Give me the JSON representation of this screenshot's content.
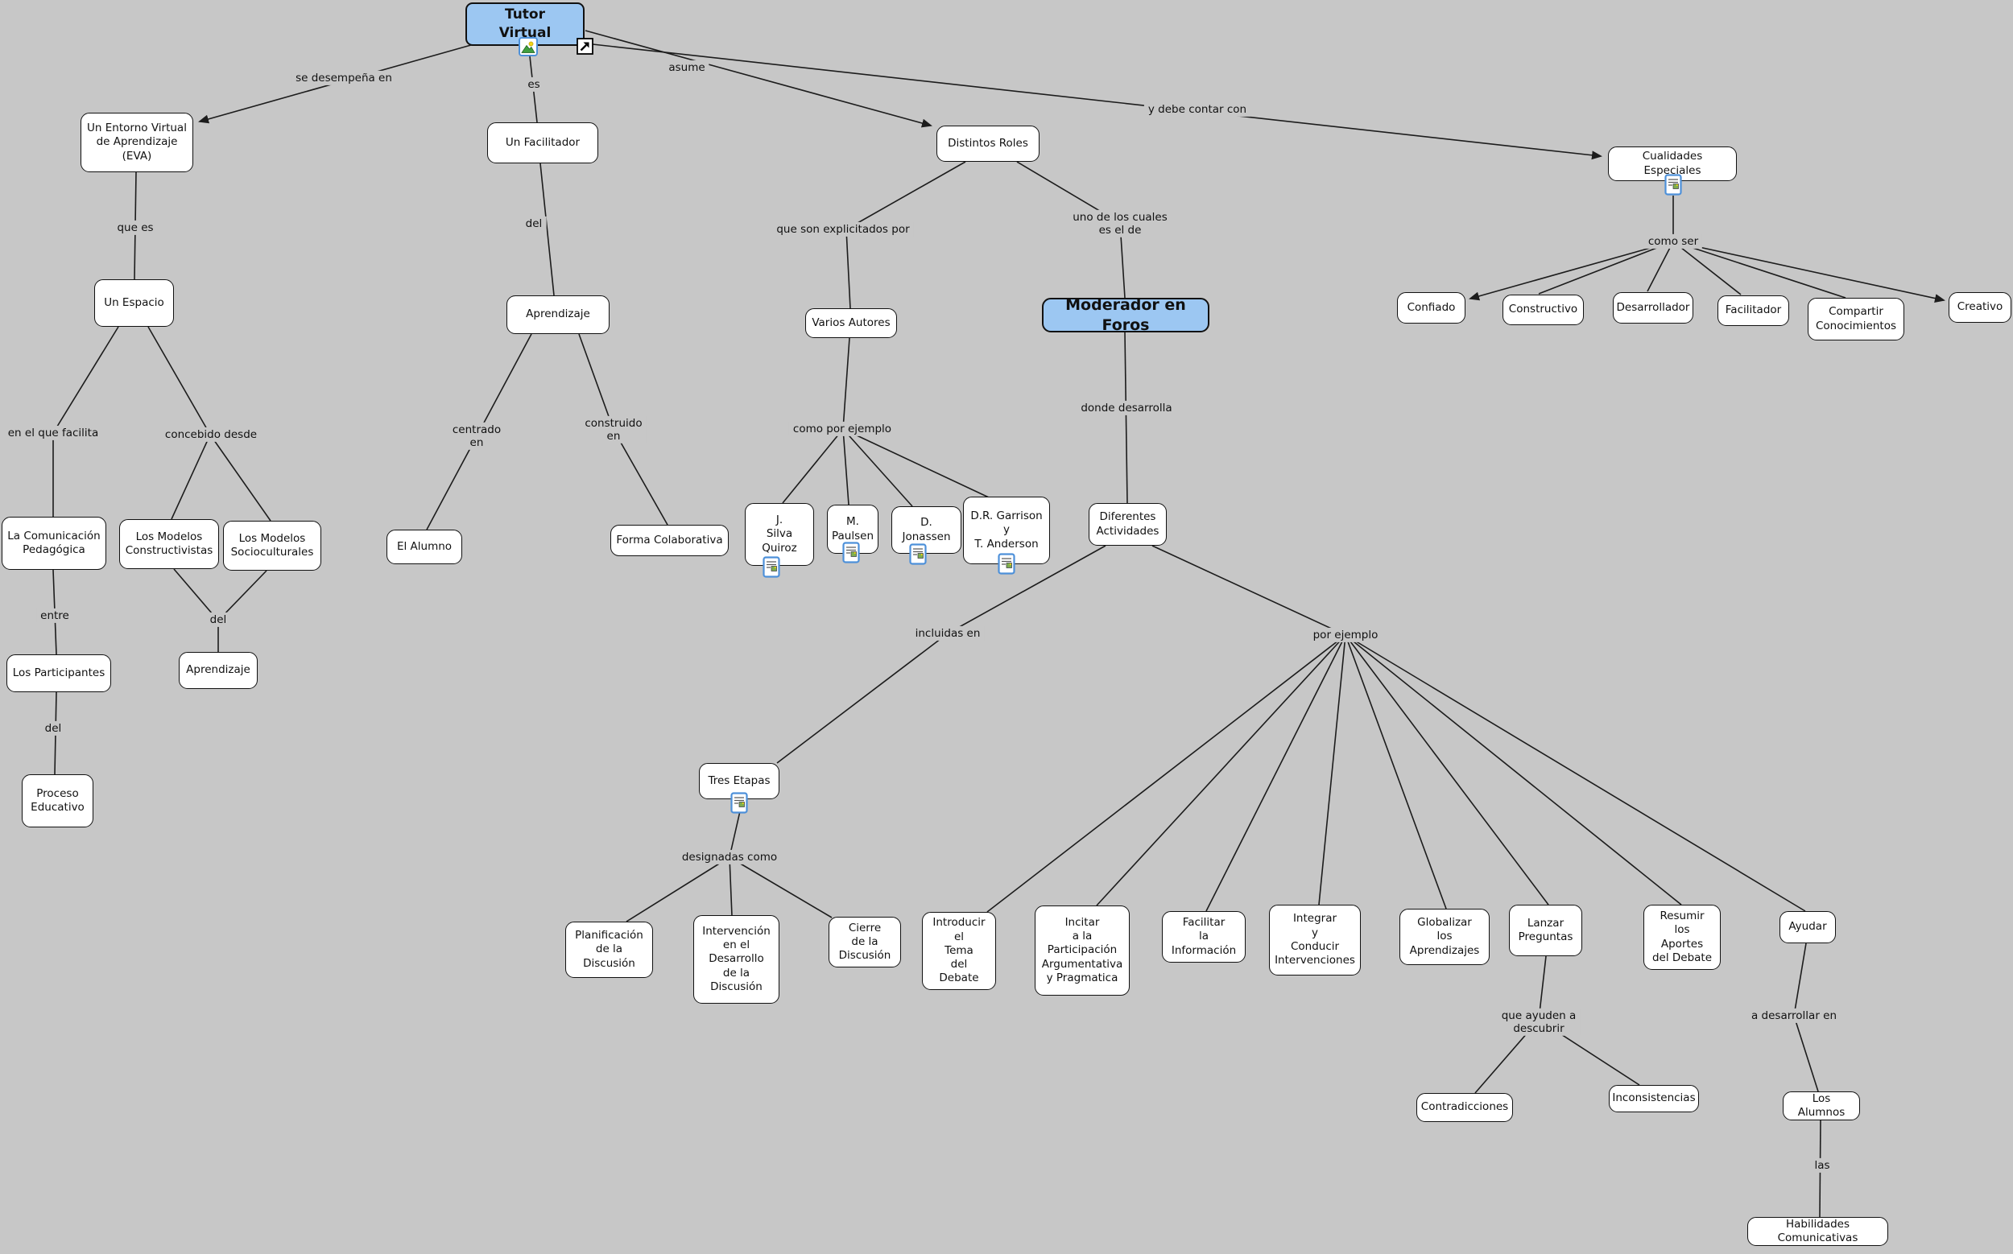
{
  "diagram_title": "Tutor Virtual concept map",
  "colors": {
    "background": "#c7c7c7",
    "node_fill": "#ffffff",
    "node_border": "#111111",
    "highlight_fill": "#9cc7f2",
    "edge": "#1c1c1c"
  },
  "nodes": {
    "tutor_virtual": {
      "label": "Tutor\nVirtual"
    },
    "eva": {
      "label": "Un Entorno Virtual\nde Aprendizaje\n(EVA)"
    },
    "un_facilitador": {
      "label": "Un Facilitador"
    },
    "distintos_roles": {
      "label": "Distintos Roles"
    },
    "cualidades_especiales": {
      "label": "Cualidades Especiales"
    },
    "un_espacio": {
      "label": "Un Espacio"
    },
    "comunicacion_pedagogica": {
      "label": "La Comunicación\nPedagógica"
    },
    "modelos_constructivistas": {
      "label": "Los Modelos\nConstructivistas"
    },
    "modelos_socioculturales": {
      "label": "Los Modelos\nSocioculturales"
    },
    "los_participantes": {
      "label": "Los Participantes"
    },
    "aprendizaje_modelos": {
      "label": "Aprendizaje"
    },
    "proceso_educativo": {
      "label": "Proceso\nEducativo"
    },
    "aprendizaje": {
      "label": "Aprendizaje"
    },
    "el_alumno": {
      "label": "El Alumno"
    },
    "forma_colaborativa": {
      "label": "Forma Colaborativa"
    },
    "varios_autores": {
      "label": "Varios Autores"
    },
    "j_silva_quiroz": {
      "label": "J.\nSilva\nQuiroz"
    },
    "m_paulsen": {
      "label": "M.\nPaulsen"
    },
    "d_jonassen": {
      "label": "D.\nJonassen"
    },
    "garrison_anderson": {
      "label": "D.R. Garrison\ny\nT. Anderson"
    },
    "moderador_en_foros": {
      "label": "Moderador en Foros"
    },
    "diferentes_actividades": {
      "label": "Diferentes\nActividades"
    },
    "tres_etapas": {
      "label": "Tres Etapas"
    },
    "planificacion_discusion": {
      "label": "Planificación\nde la\nDiscusión"
    },
    "intervencion_desarrollo": {
      "label": "Intervención\nen el\nDesarrollo\nde la\nDiscusión"
    },
    "cierre_discusion": {
      "label": "Cierre\nde la\nDiscusión"
    },
    "introducir_tema": {
      "label": "Introducir\nel\nTema\ndel\nDebate"
    },
    "incitar_participacion": {
      "label": "Incitar\na la\nParticipación\nArgumentativa\ny Pragmatica"
    },
    "facilitar_informacion": {
      "label": "Facilitar\nla\nInformación"
    },
    "integrar_conducir": {
      "label": "Integrar\ny\nConducir\nIntervenciones"
    },
    "globalizar_aprendizajes": {
      "label": "Globalizar\nlos\nAprendizajes"
    },
    "lanzar_preguntas": {
      "label": "Lanzar\nPreguntas"
    },
    "resumir_aportes": {
      "label": "Resumir\nlos\nAportes\ndel Debate"
    },
    "ayudar": {
      "label": "Ayudar"
    },
    "contradicciones": {
      "label": "Contradicciones"
    },
    "inconsistencias": {
      "label": "Inconsistencias"
    },
    "los_alumnos": {
      "label": "Los Alumnos"
    },
    "habilidades_comunicativas": {
      "label": "Habilidades Comunicativas"
    },
    "confiado": {
      "label": "Confiado"
    },
    "constructivo": {
      "label": "Constructivo"
    },
    "desarrollador": {
      "label": "Desarrollador"
    },
    "facilitador_cualidad": {
      "label": "Facilitador"
    },
    "compartir_conocimientos": {
      "label": "Compartir\nConocimientos"
    },
    "creativo": {
      "label": "Creativo"
    }
  },
  "edge_labels": {
    "se_desempena_en": "se desempeña en",
    "es": "es",
    "asume": "asume",
    "y_debe_contar_con": "y debe contar con",
    "que_es": "que es",
    "en_el_que_facilita": "en el que facilita",
    "concebido_desde": "concebido desde",
    "entre": "entre",
    "del_modelos": "del",
    "del_participantes": "del",
    "del_facilitador": "del",
    "centrado_en": "centrado\nen",
    "construido_en": "construido\nen",
    "que_son_explicitados_por": "que son explicitados por",
    "uno_de_los_cuales": "uno de los cuales\nes el de",
    "como_por_ejemplo": "como por ejemplo",
    "donde_desarrolla": "donde desarrolla",
    "incluidas_en": "incluidas en",
    "por_ejemplo": "por ejemplo",
    "designadas_como": "designadas como",
    "como_ser": "como ser",
    "que_ayuden_a_descubrir": "que ayuden a\ndescubrir",
    "a_desarrollar_en": "a desarrollar en",
    "las": "las"
  },
  "icons": {
    "image_icon": "picture resource",
    "link_icon": "external link resource",
    "document_icon": "document resource"
  }
}
